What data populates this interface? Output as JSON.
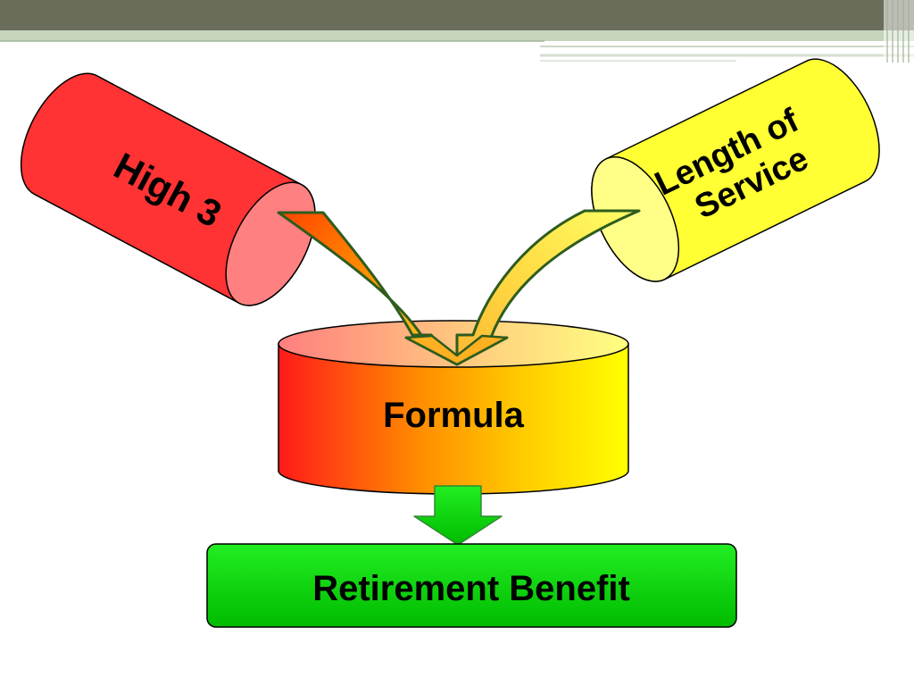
{
  "diagram": {
    "inputs": [
      {
        "label": "High 3",
        "color": "#ff3333"
      },
      {
        "label_line1": "Length of",
        "label_line2": "Service",
        "color": "#ffff33"
      }
    ],
    "process": {
      "label": "Formula"
    },
    "output": {
      "label": "Retirement Benefit",
      "color": "#00cc00"
    }
  },
  "header": {
    "bar_color": "#6b6d5b",
    "accent_color": "#c5d4bd"
  }
}
